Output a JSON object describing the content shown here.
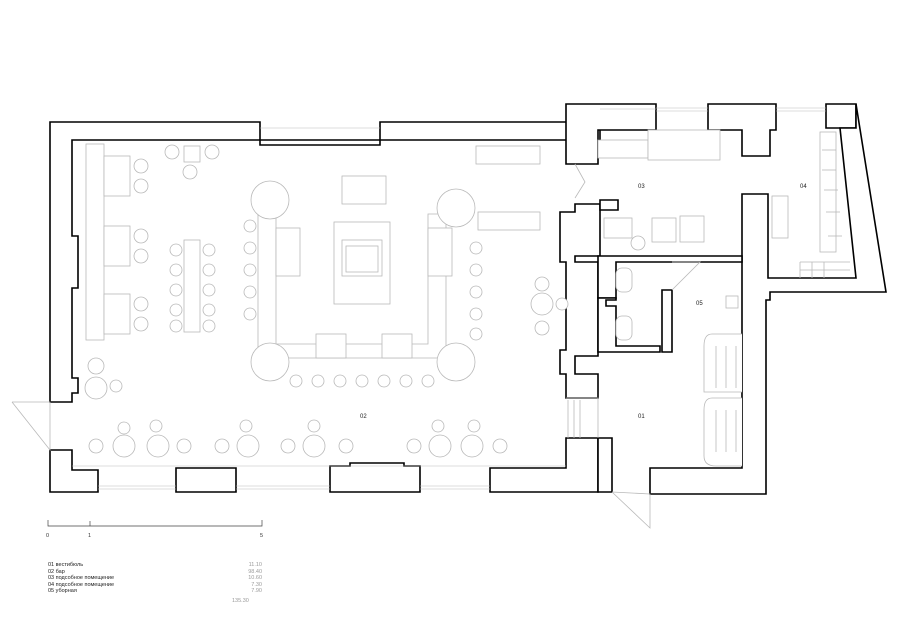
{
  "rooms": [
    {
      "number": "01",
      "name": "вестибюль",
      "area": "11.10"
    },
    {
      "number": "02",
      "name": "бар",
      "area": "98.40"
    },
    {
      "number": "03",
      "name": "подсобное помещение",
      "area": "10.60"
    },
    {
      "number": "04",
      "name": "подсобное помещение",
      "area": "7.30"
    },
    {
      "number": "05",
      "name": "уборная",
      "area": "7.90"
    }
  ],
  "legend": {
    "rows": [
      "01 вестибюль",
      "02 бар",
      "03 подсобное помещение",
      "04 подсобное помещение",
      "05 уборная"
    ],
    "areas": [
      "11.10",
      "98.40",
      "10.60",
      "7.30",
      "7.90"
    ],
    "total": "135.30"
  },
  "scale_bar": {
    "ticks": [
      "0",
      "1",
      "5"
    ]
  },
  "colors": {
    "wall_fill": "#ffffff",
    "wall_line": "#000000",
    "furniture_line": "#b9b9b9"
  }
}
